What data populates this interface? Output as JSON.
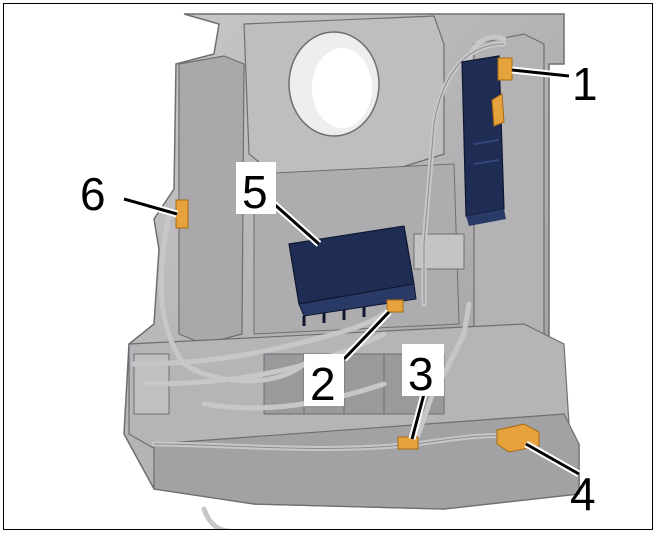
{
  "callouts": [
    {
      "id": "1",
      "label": "1"
    },
    {
      "id": "2",
      "label": "2"
    },
    {
      "id": "3",
      "label": "3"
    },
    {
      "id": "4",
      "label": "4"
    },
    {
      "id": "5",
      "label": "5"
    },
    {
      "id": "6",
      "label": "6"
    }
  ],
  "colors": {
    "frame_border": "#000000",
    "background": "#ffffff",
    "seat_gray": "#b9b9bb",
    "seat_dark": "#8d8d90",
    "module_navy": "#1f2d55",
    "connector_orange": "#e6a23c",
    "harness_gray": "#c7c7c9"
  }
}
